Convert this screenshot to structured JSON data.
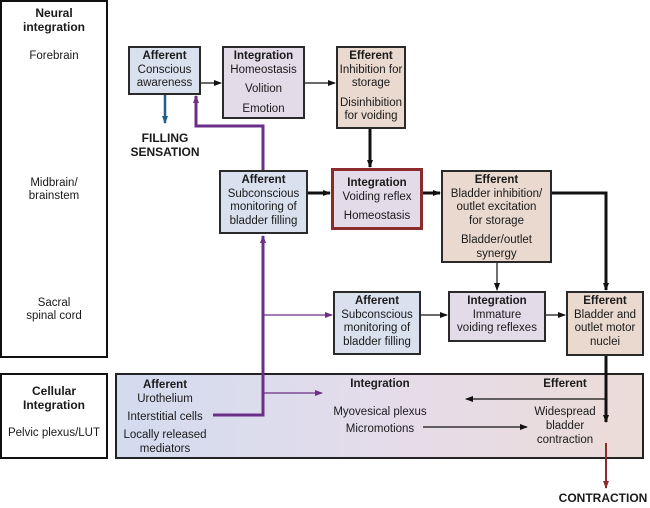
{
  "levels": {
    "neural_title": [
      "Neural",
      "integration"
    ],
    "forebrain": "Forebrain",
    "midbrain": [
      "Midbrain/",
      "brainstem"
    ],
    "sacral": [
      "Sacral",
      "spinal cord"
    ],
    "cellular_title": [
      "Cellular",
      "Integration"
    ],
    "pelvic": "Pelvic plexus/LUT"
  },
  "boxes": {
    "fore_afferent": {
      "title": "Afferent",
      "lines": [
        "Conscious",
        "awareness"
      ]
    },
    "fore_integration": {
      "title": "Integration",
      "lines": [
        "Homeostasis",
        "Volition",
        "Emotion"
      ]
    },
    "fore_efferent": {
      "title": "Efferent",
      "lines": [
        "Inhibition for",
        "storage",
        "Disinhibition",
        "for voiding"
      ]
    },
    "mid_afferent": {
      "title": "Afferent",
      "lines": [
        "Subconscious",
        "monitoring of",
        "bladder filling"
      ]
    },
    "mid_integration": {
      "title": "Integration",
      "lines": [
        "Voiding reflex",
        "Homeostasis"
      ]
    },
    "mid_efferent": {
      "title": "Efferent",
      "lines": [
        "Bladder inhibition/",
        "outlet excitation",
        "for storage",
        "Bladder/outlet",
        "synergy"
      ]
    },
    "sac_afferent": {
      "title": "Afferent",
      "lines": [
        "Subconscious",
        "monitoring of",
        "bladder filling"
      ]
    },
    "sac_integration": {
      "title": "Integration",
      "lines": [
        "Immature",
        "voiding reflexes"
      ]
    },
    "sac_efferent": {
      "title": "Efferent",
      "lines": [
        "Bladder and",
        "outlet motor",
        "nuclei"
      ]
    }
  },
  "cellular": {
    "afferent": {
      "title": "Afferent",
      "lines": [
        "Urothelium",
        "Interstitial cells",
        "Locally released",
        "mediators"
      ]
    },
    "integration": {
      "title": "Integration",
      "lines": [
        "Myovesical plexus",
        "Micromotions"
      ]
    },
    "efferent": {
      "title": "Efferent",
      "lines": [
        "Widespread",
        "bladder",
        "contraction"
      ]
    }
  },
  "outputs": {
    "filling": [
      "FILLING",
      "SENSATION"
    ],
    "contraction": "CONTRACTION"
  },
  "colors": {
    "afferent_fill": "#d9e0ee",
    "integration_fill": "#e4dbe9",
    "efferent_fill": "#ead9cf",
    "voiding_reflex_border": "#8b2b2b",
    "afferent_pathway": "#6a2f86",
    "filling_arrow": "#1f5f8f",
    "contraction_arrow": "#8b2b2b"
  }
}
